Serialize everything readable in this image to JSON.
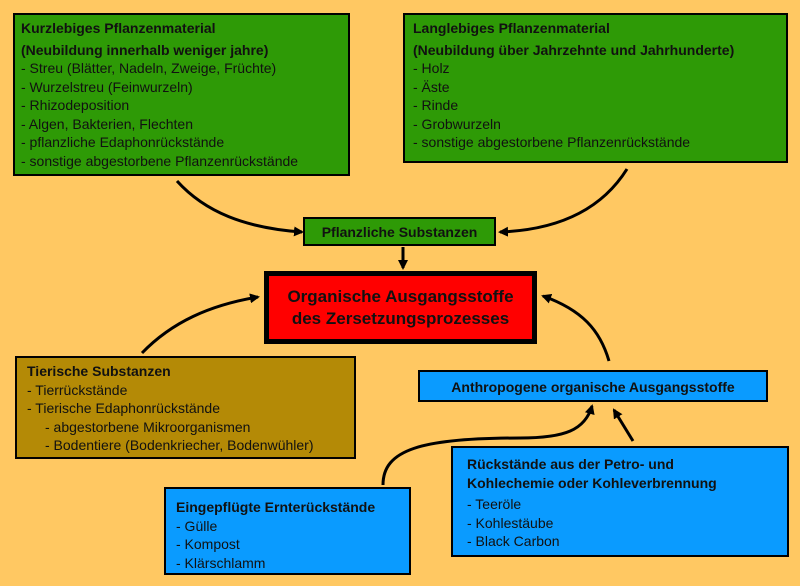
{
  "boxes": {
    "short_lived": {
      "title": "Kurzlebiges Pflanzenmaterial",
      "subtitle": "(Neubildung innerhalb weniger jahre)",
      "items": [
        "- Streu (Blätter, Nadeln, Zweige, Früchte)",
        "- Wurzelstreu (Feinwurzeln)",
        "- Rhizodeposition",
        "- Algen, Bakterien, Flechten",
        "- pflanzliche Edaphonrückstände",
        "- sonstige abgestorbene Pflanzenrückstände"
      ]
    },
    "long_lived": {
      "title": "Langlebiges Pflanzenmaterial",
      "subtitle": "(Neubildung über Jahrzehnte und Jahrhunderte)",
      "items": [
        "- Holz",
        "- Äste",
        "- Rinde",
        "- Grobwurzeln",
        "- sonstige abgestorbene Pflanzenrückstände"
      ]
    },
    "plant_substances": {
      "title": "Pflanzliche Substanzen"
    },
    "center": {
      "line1": "Organische Ausgangsstoffe",
      "line2": "des Zersetzungsprozesses"
    },
    "animal": {
      "title": "Tierische Substanzen",
      "items": [
        "- Tierrückstände",
        "- Tierische Edaphonrückstände",
        "- abgestorbene Mikroorganismen",
        "- Bodentiere (Bodenkriecher, Bodenwühler)"
      ]
    },
    "anthropogenic": {
      "title": "Anthropogene organische Ausgangsstoffe"
    },
    "petro": {
      "title_line1": "Rückstände aus der Petro- und",
      "title_line2": "Kohlechemie oder Kohleverbrennung",
      "items": [
        "- Teeröle",
        "- Kohlestäube",
        "- Black Carbon"
      ]
    },
    "harvest": {
      "title": "Eingepflügte Ernterückstände",
      "items": [
        "- Gülle",
        "- Kompost",
        "- Klärschlamm"
      ]
    }
  },
  "colors": {
    "background": "#FFC862",
    "plant_boxes": "#2E9A06",
    "center_box": "#FF0000",
    "animal_box": "#B48A06",
    "anthropogenic_boxes": "#0A9BFF"
  }
}
